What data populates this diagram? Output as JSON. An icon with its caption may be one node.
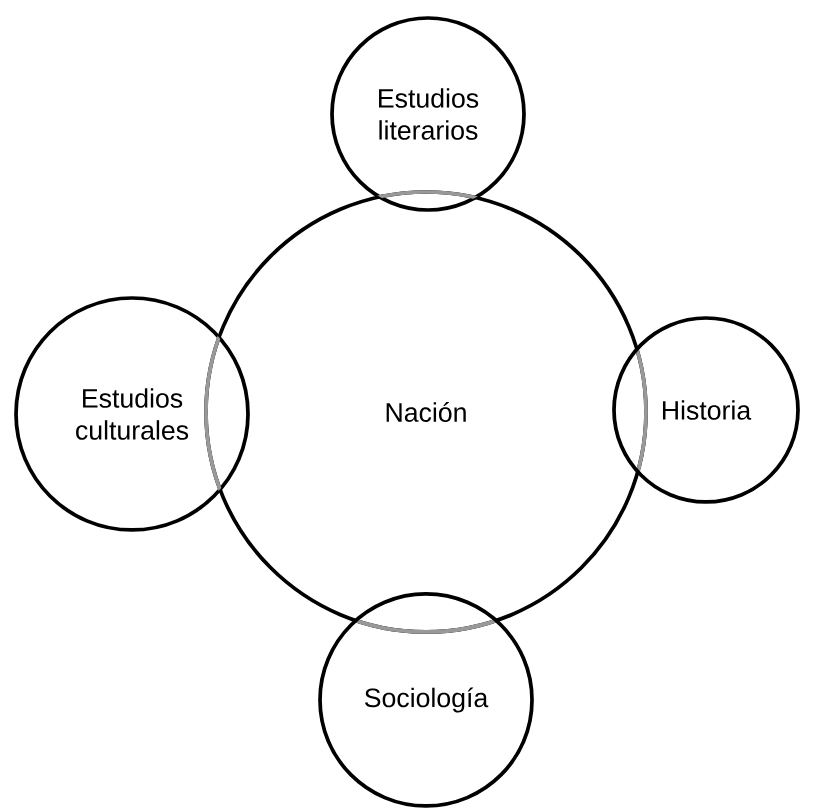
{
  "diagram": {
    "nodes": [
      {
        "text": [
          "Estudios literarios"
        ]
      },
      {
        "text": [
          "Estudios culturales"
        ]
      },
      {
        "text": [
          "Nación"
        ]
      },
      {
        "text": [
          "Historia"
        ]
      },
      {
        "text": [
          "Sociología"
        ]
      }
    ]
  }
}
